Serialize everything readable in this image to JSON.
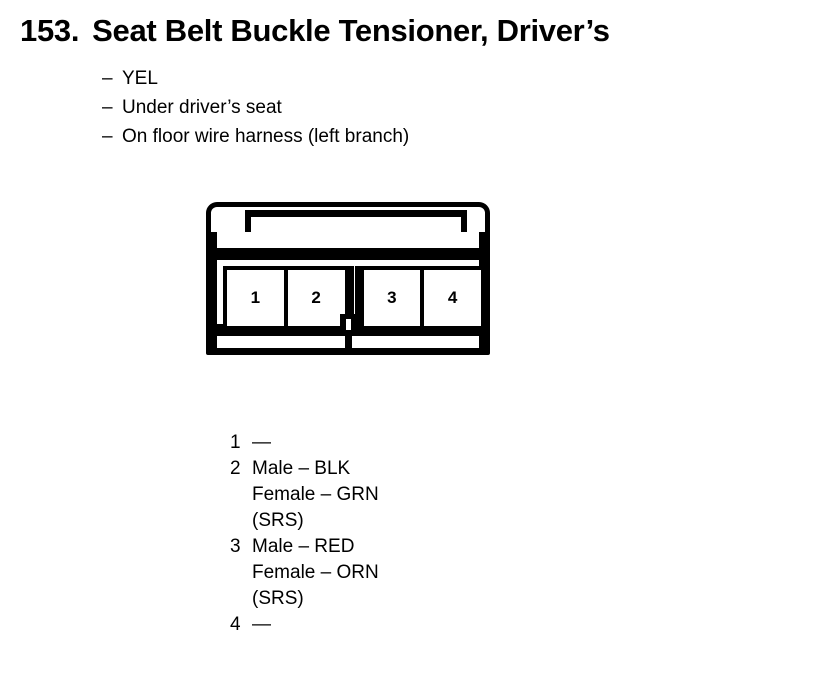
{
  "title": {
    "number": "153.",
    "text": "Seat Belt Buckle Tensioner, Driver’s"
  },
  "details": [
    {
      "dash": "–",
      "text": "YEL"
    },
    {
      "dash": "–",
      "text": "Under driver’s seat"
    },
    {
      "dash": "–",
      "text": "On floor wire harness (left branch)"
    }
  ],
  "connector": {
    "pins": [
      {
        "label": "1"
      },
      {
        "label": "2"
      },
      {
        "label": "3"
      },
      {
        "label": "4"
      }
    ]
  },
  "legend": [
    {
      "pin": "1",
      "lines": [
        "—"
      ]
    },
    {
      "pin": "2",
      "lines": [
        "Male – BLK",
        "Female – GRN",
        "(SRS)"
      ]
    },
    {
      "pin": "3",
      "lines": [
        "Male – RED",
        "Female – ORN",
        "(SRS)"
      ]
    },
    {
      "pin": "4",
      "lines": [
        "—"
      ]
    }
  ],
  "colors": {
    "ink": "#000000",
    "paper": "#ffffff"
  }
}
